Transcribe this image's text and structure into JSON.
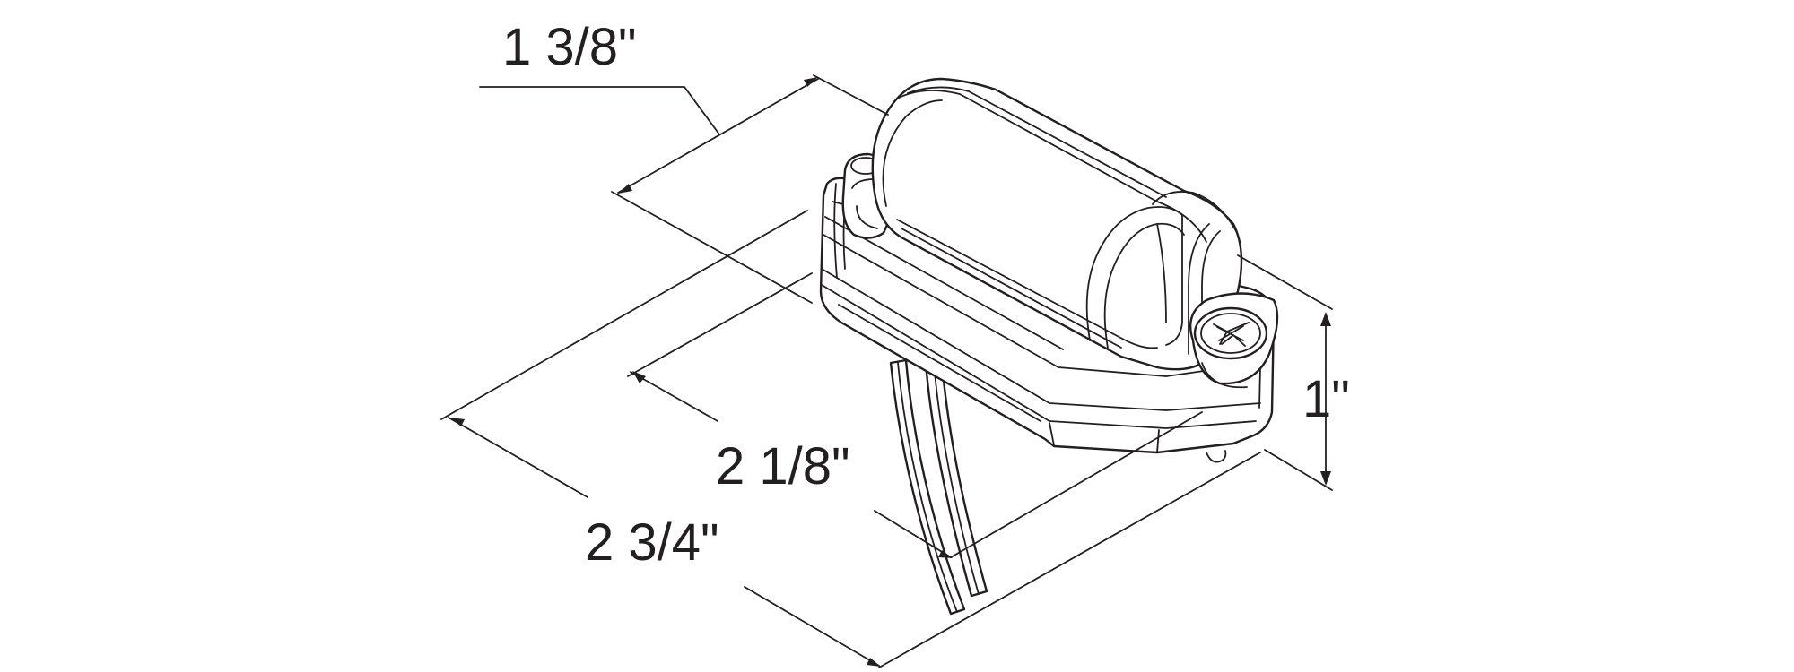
{
  "diagram": {
    "line_color": "#231f20",
    "background": "#ffffff",
    "dimensions": {
      "width_top": "1 3/8\"",
      "inner_length": "2 1/8\"",
      "overall_length": "2 3/4\"",
      "height": "1\""
    }
  }
}
